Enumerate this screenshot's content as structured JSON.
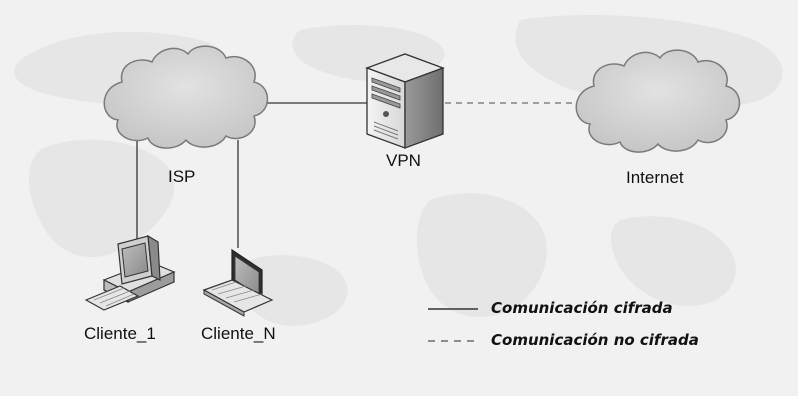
{
  "nodes": {
    "isp": {
      "label": "ISP",
      "icon": "cloud-icon"
    },
    "vpn": {
      "label": "VPN",
      "icon": "server-tower-icon"
    },
    "internet": {
      "label": "Internet",
      "icon": "cloud-icon"
    },
    "client_1": {
      "label": "Cliente_1",
      "icon": "desktop-computer-icon"
    },
    "client_n": {
      "label": "Cliente_N",
      "icon": "laptop-icon"
    }
  },
  "links": [
    {
      "from": "client_1",
      "to": "isp",
      "style": "solid"
    },
    {
      "from": "client_n",
      "to": "isp",
      "style": "solid"
    },
    {
      "from": "isp",
      "to": "vpn",
      "style": "solid"
    },
    {
      "from": "vpn",
      "to": "internet",
      "style": "dashed"
    }
  ],
  "legend": {
    "encrypted": {
      "label": "Comunicación cifrada",
      "style": "solid"
    },
    "unencrypted": {
      "label": "Comunicación no cifrada",
      "style": "dashed"
    }
  },
  "colors": {
    "background": "#f1f1f1",
    "cloud_fill": "#d4d4d4",
    "cloud_stroke": "#7a7a7a",
    "line": "#333333",
    "dashed_line": "#6e6e6e"
  }
}
